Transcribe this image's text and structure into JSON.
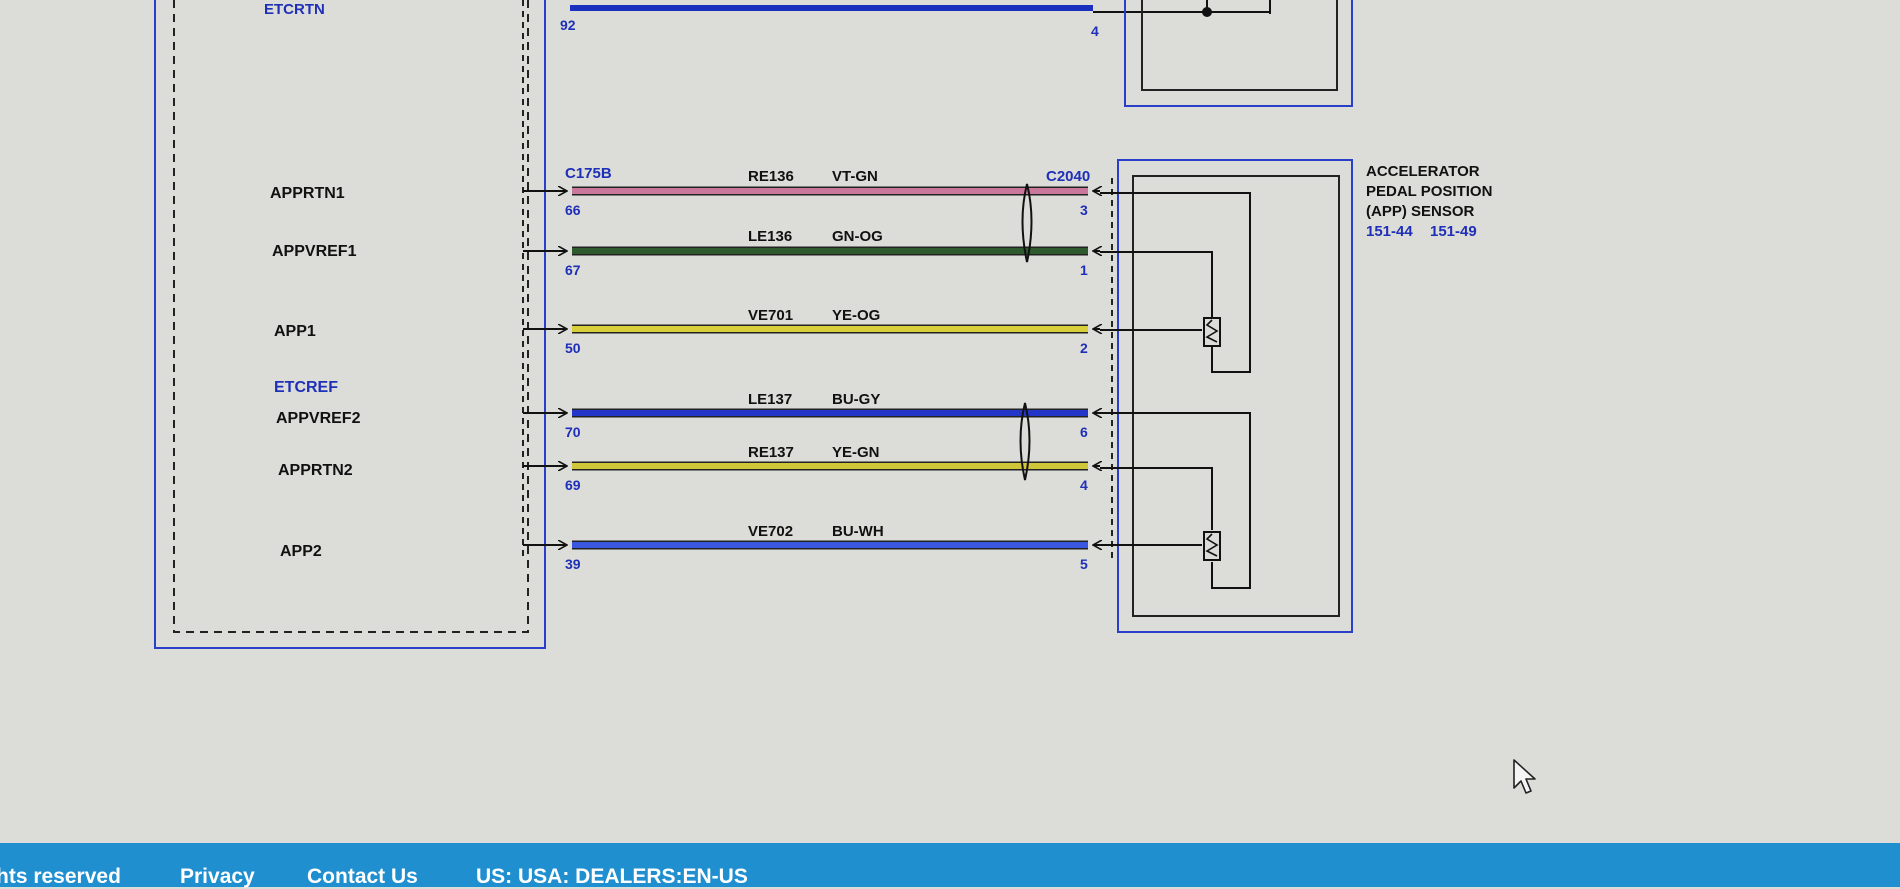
{
  "module_box": {
    "top_label": "ETCRTN",
    "top_pin": "92",
    "pins": [
      {
        "label": "APPRTN1"
      },
      {
        "label": "APPVREF1"
      },
      {
        "label": "APP1"
      },
      {
        "label": "ETCREF"
      },
      {
        "label": "APPVREF2"
      },
      {
        "label": "APPRTN2"
      },
      {
        "label": "APP2"
      }
    ]
  },
  "top_wire": {
    "end_pin": "4",
    "color": "#1a2fbf"
  },
  "connectors": {
    "left": "C175B",
    "right": "C2040"
  },
  "sensor": {
    "title_line1": "ACCELERATOR",
    "title_line2": "PEDAL POSITION",
    "title_line3": "(APP) SENSOR",
    "ref1": "151-44",
    "ref2": "151-49"
  },
  "wires": [
    {
      "circuit": "RE136",
      "color_code": "VT-GN",
      "left_pin": "66",
      "right_pin": "3",
      "color": "#c9779a"
    },
    {
      "circuit": "LE136",
      "color_code": "GN-OG",
      "left_pin": "67",
      "right_pin": "1",
      "color": "#2e5a2e"
    },
    {
      "circuit": "VE701",
      "color_code": "YE-OG",
      "left_pin": "50",
      "right_pin": "2",
      "color": "#d8cf3a"
    },
    {
      "circuit": "LE137",
      "color_code": "BU-GY",
      "left_pin": "70",
      "right_pin": "6",
      "color": "#2436c9"
    },
    {
      "circuit": "RE137",
      "color_code": "YE-GN",
      "left_pin": "69",
      "right_pin": "4",
      "color": "#cfc63a"
    },
    {
      "circuit": "VE702",
      "color_code": "BU-WH",
      "left_pin": "39",
      "right_pin": "5",
      "color": "#3a57e0"
    }
  ],
  "footer": {
    "rights": "hts reserved",
    "privacy": "Privacy",
    "contact": "Contact Us",
    "locale": "US: USA: DEALERS:EN-US"
  },
  "colors": {
    "blue_text": "#1e2fb8",
    "footer_bg": "#1f8fd0"
  }
}
